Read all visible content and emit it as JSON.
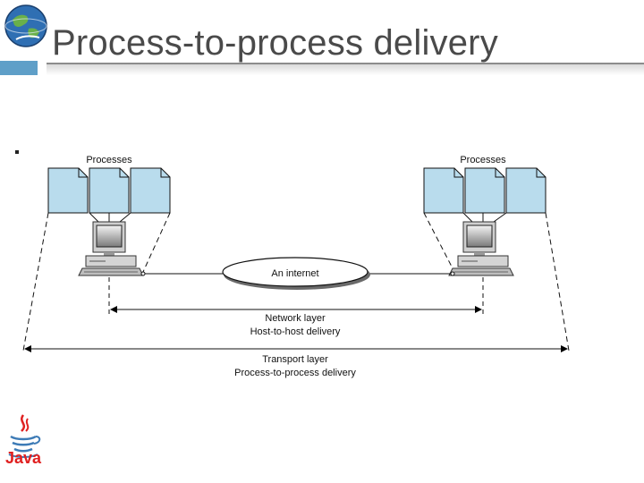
{
  "slide": {
    "title": "Process-to-process delivery"
  },
  "diagram": {
    "left_group_label": "Processes",
    "right_group_label": "Processes",
    "cloud_label": "An internet",
    "network_layer": {
      "line1": "Network layer",
      "line2": "Host-to-host delivery"
    },
    "transport_layer": {
      "line1": "Transport layer",
      "line2": "Process-to-process delivery"
    }
  },
  "logo": {
    "java_text": "Java"
  },
  "colors": {
    "file_fill": "#b9dced",
    "accent": "#5f9fc8",
    "java_red": "#e02020"
  }
}
